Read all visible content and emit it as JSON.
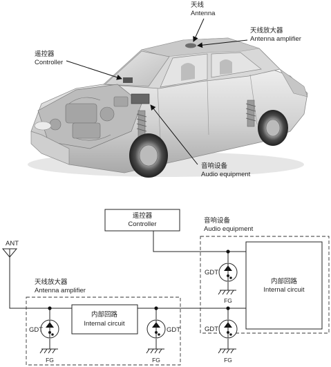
{
  "illustration": {
    "antenna": {
      "zh": "天线",
      "en": "Antenna"
    },
    "antenna_amplifier": {
      "zh": "天线放大器",
      "en": "Antenna amplifier"
    },
    "controller": {
      "zh": "遥控器",
      "en": "Controller"
    },
    "audio_equipment": {
      "zh": "音响设备",
      "en": "Audio equipment"
    }
  },
  "circuit": {
    "ant": "ANT",
    "controller": {
      "zh": "遥控器",
      "en": "Controller"
    },
    "audio_equipment": {
      "zh": "音响设备",
      "en": "Audio equipment"
    },
    "antenna_amplifier": {
      "zh": "天线放大器",
      "en": "Antenna amplifier"
    },
    "internal_circuit": {
      "zh": "内部回路",
      "en": "Internal circuit"
    },
    "gdt": "GDT",
    "fg": "FG"
  }
}
